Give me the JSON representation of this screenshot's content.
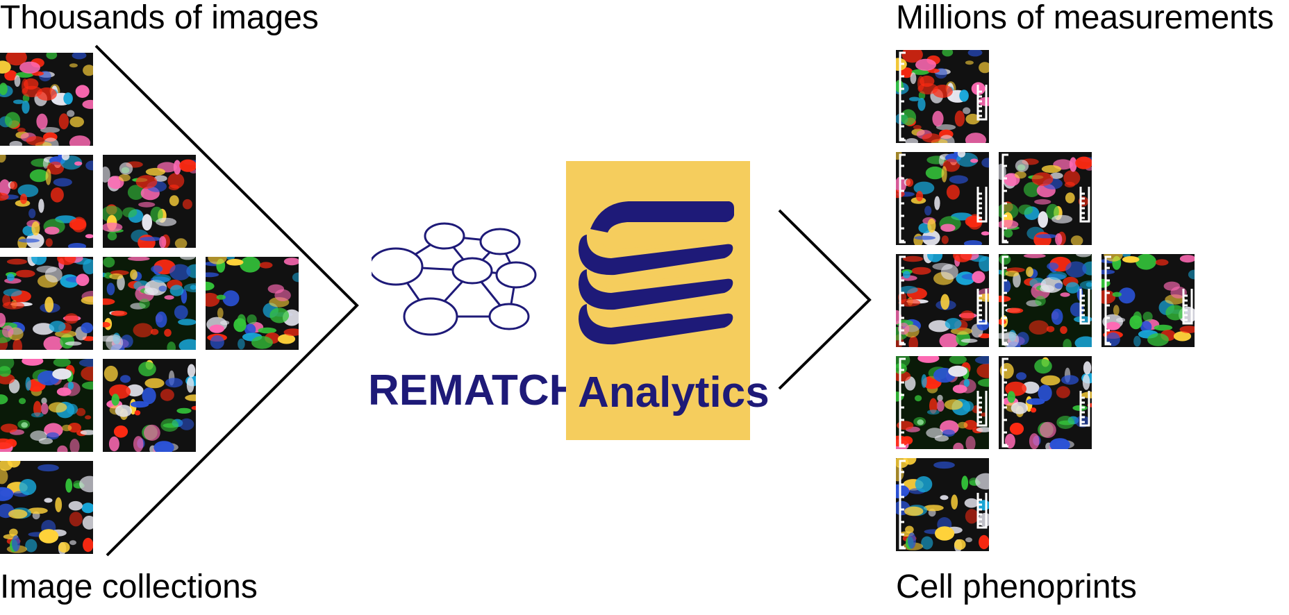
{
  "left_panel": {
    "top_caption": "Thousands of images",
    "bottom_caption": "Image collections",
    "grid_rows": [
      1,
      2,
      3,
      2,
      1
    ]
  },
  "center": {
    "network_label": "REMATCH",
    "library_label": "Analytics",
    "brand_color": "#1e1a78",
    "tile_color": "#f5cd5d",
    "network_icon": "network-graph-icon",
    "library_icon": "stacked-books-icon"
  },
  "right_panel": {
    "top_caption": "Millions of measurements",
    "bottom_caption": "Cell phenoprints",
    "grid_rows": [
      1,
      2,
      3,
      2,
      1
    ],
    "overlay_icon": "ruler-icon"
  }
}
